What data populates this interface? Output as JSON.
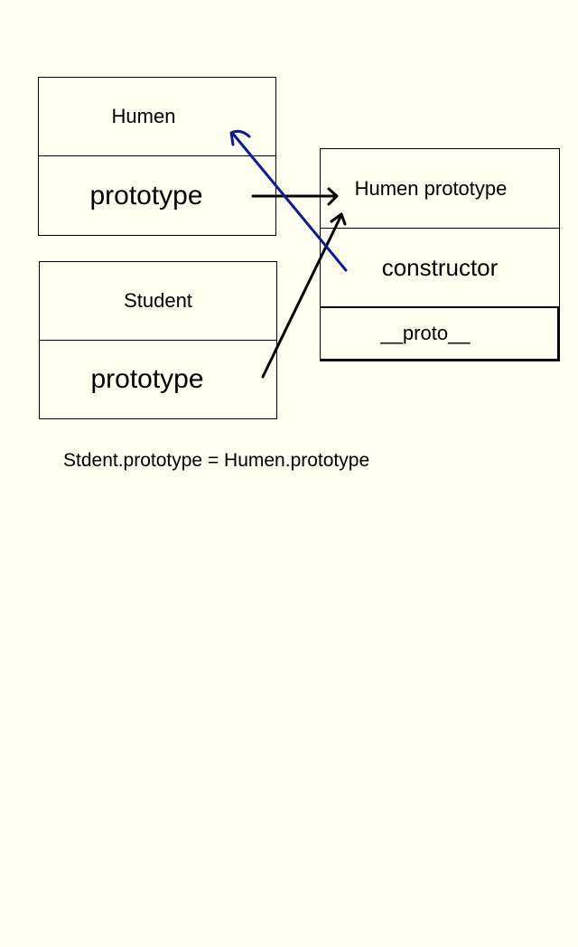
{
  "diagram": {
    "humen": {
      "title": "Humen",
      "field": "prototype"
    },
    "student": {
      "title": "Student",
      "field": "prototype"
    },
    "humen_prototype": {
      "title": "Humen prototype",
      "fields": [
        "constructor",
        "__proto__"
      ]
    },
    "caption": "Stdent.prototype = Humen.prototype",
    "colors": {
      "background": "#fffdee",
      "ink": "#000000",
      "constructor_arrow": "#0a1a99"
    }
  }
}
